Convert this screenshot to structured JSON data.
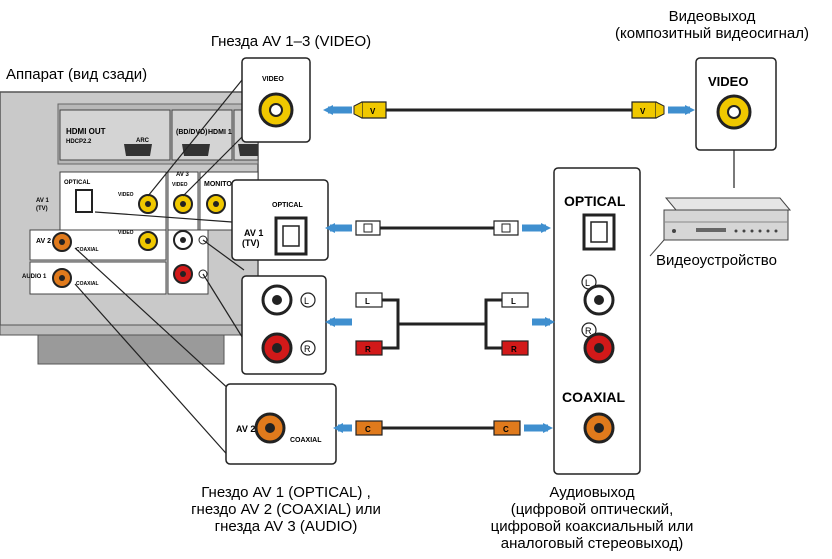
{
  "labels": {
    "av_jacks_video": "Гнезда AV 1–3 (VIDEO)",
    "unit_rear": "Аппарат (вид сзади)",
    "video_out_line1": "Видеовыход",
    "video_out_line2": "(композитный видеосигнал)",
    "video_device": "Видеоустройство",
    "bottom_left_line1": "Гнездо AV 1 (OPTICAL) ,",
    "bottom_left_line2": "гнездо AV 2 (COAXIAL) или",
    "bottom_left_line3": "гнезда AV 3 (AUDIO)",
    "audio_out_line1": "Аудиовыход",
    "audio_out_line2": "(цифровой оптический,",
    "audio_out_line3": "цифровой коаксиальный или",
    "audio_out_line4": "аналоговый стереовыход)"
  },
  "panel": {
    "hdmi_out": "HDMI OUT",
    "hdcp": "HDCP2.2",
    "arc": "ARC",
    "bd_dvd": "(BD/DVD)",
    "hdmi1": "HDMI 1",
    "av3": "AV 3",
    "monitor_out": "MONITOR OUT",
    "optical": "OPTICAL",
    "video": "VIDEO",
    "av1": "AV 1",
    "tv": "(TV)",
    "av2": "AV 2",
    "coaxial": "COAXIAL",
    "audio1": "AUDIO 1"
  },
  "zoom": {
    "video": "VIDEO",
    "optical": "OPTICAL",
    "av1": "AV 1",
    "tv": "(TV)",
    "av2": "AV 2",
    "coaxial": "COAXIAL",
    "l": "L",
    "r": "R"
  },
  "device": {
    "video": "VIDEO",
    "optical": "OPTICAL",
    "coaxial": "COAXIAL",
    "l": "L",
    "r": "R"
  },
  "plugs": {
    "v": "V",
    "l": "L",
    "r": "R",
    "c": "C"
  },
  "colors": {
    "arrow_blue": "#3f8fcf",
    "video_yellow": "#f0c800",
    "coax_orange": "#e07a1c",
    "right_red": "#d21919",
    "panel_grey": "#c9c9c9"
  }
}
